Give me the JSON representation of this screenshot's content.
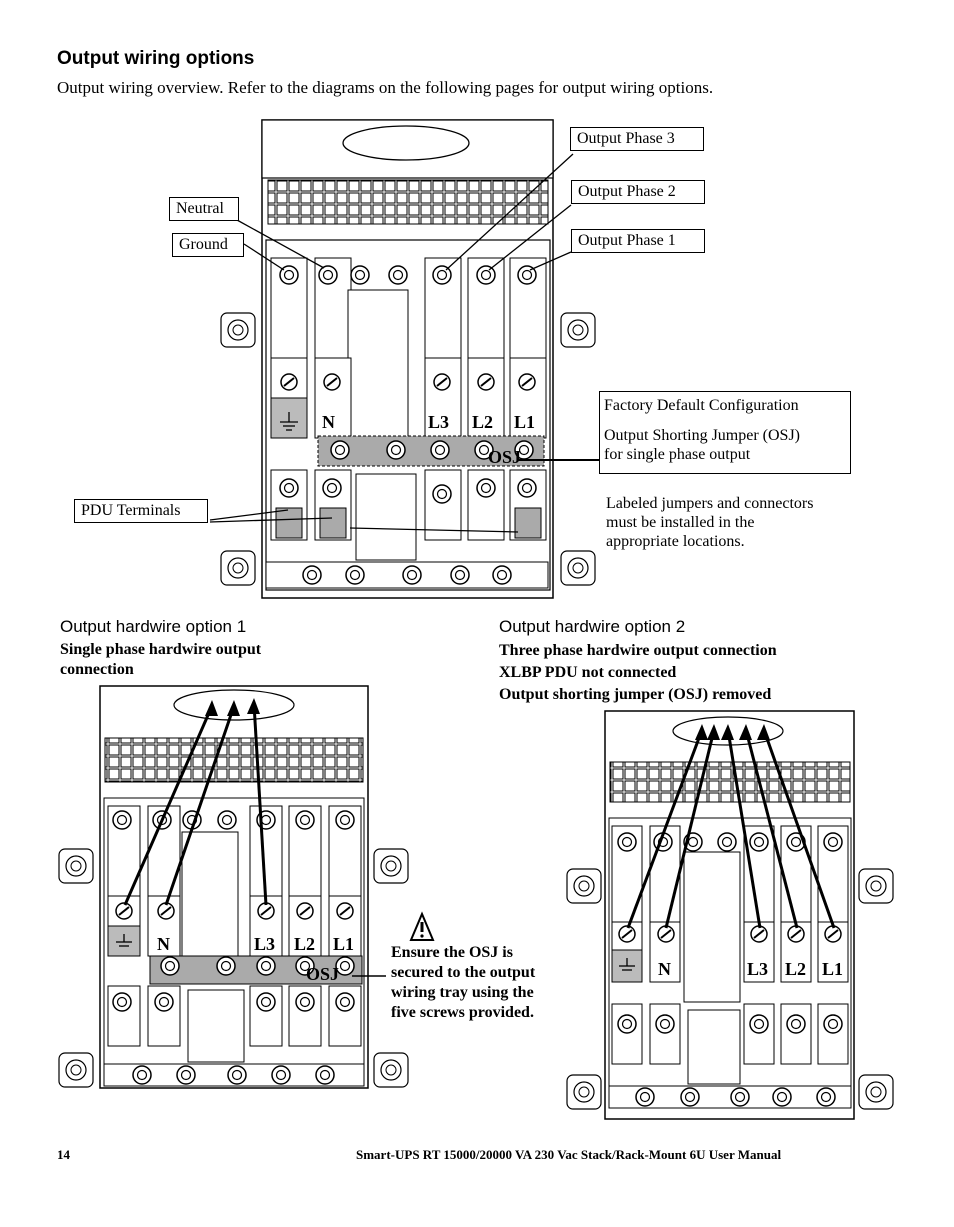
{
  "heading": "Output wiring options",
  "intro": "Output wiring overview. Refer to the diagrams on the following pages for output wiring options.",
  "diagram_main": {
    "callouts": {
      "neutral": "Neutral",
      "ground": "Ground",
      "phase3": "Output Phase 3",
      "phase2": "Output Phase 2",
      "phase1": "Output Phase 1",
      "pdu": "PDU Terminals"
    },
    "factory_box": {
      "line1": "Factory Default Configuration",
      "line2": "Output Shorting Jumper (OSJ)",
      "line3": "for single phase output"
    },
    "note": {
      "line1": "Labeled jumpers and connectors",
      "line2": "must be installed in the",
      "line3": "appropriate locations."
    },
    "terminal_labels": [
      "N",
      "L3",
      "L2",
      "L1"
    ],
    "osj_label": "OSJ"
  },
  "option1": {
    "label": "Output hardwire option 1",
    "desc_line1": "Single phase hardwire output",
    "desc_line2": "connection",
    "terminal_labels": [
      "N",
      "L3",
      "L2",
      "L1"
    ],
    "osj_label": "OSJ"
  },
  "warning": {
    "line1": "Ensure the OSJ is",
    "line2": "secured to the output",
    "line3": "wiring tray using the",
    "line4": "five screws provided."
  },
  "option2": {
    "label": "Output hardwire option 2",
    "desc_line1": "Three phase hardwire output connection",
    "desc_line2": "XLBP PDU not connected",
    "desc_line3": "Output shorting jumper (OSJ) removed",
    "terminal_labels": [
      "N",
      "L3",
      "L2",
      "L1"
    ]
  },
  "footer": {
    "page_number": "14",
    "title": "Smart-UPS RT 15000/20000 VA  230 Vac  Stack/Rack-Mount 6U  User Manual"
  }
}
